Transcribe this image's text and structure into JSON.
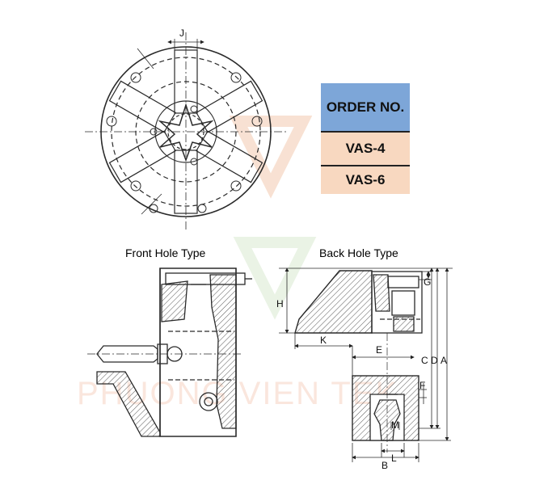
{
  "order_table": {
    "header": "ORDER NO.",
    "rows": [
      "VAS-4",
      "VAS-6"
    ]
  },
  "captions": {
    "front": "Front Hole Type",
    "back": "Back Hole Type"
  },
  "dimension_labels": {
    "J": "J",
    "H": "H",
    "K": "K",
    "E": "E",
    "G": "G",
    "C": "C",
    "D": "D",
    "A": "A",
    "F": "F",
    "M": "M",
    "L": "L",
    "B": "B"
  },
  "watermark": "PHUONG VIEN TEK",
  "colors": {
    "header_bg": "#7da6d8",
    "row_bg": "#f8d8c0",
    "line": "#2a2a2a",
    "hatch": "#555555"
  }
}
